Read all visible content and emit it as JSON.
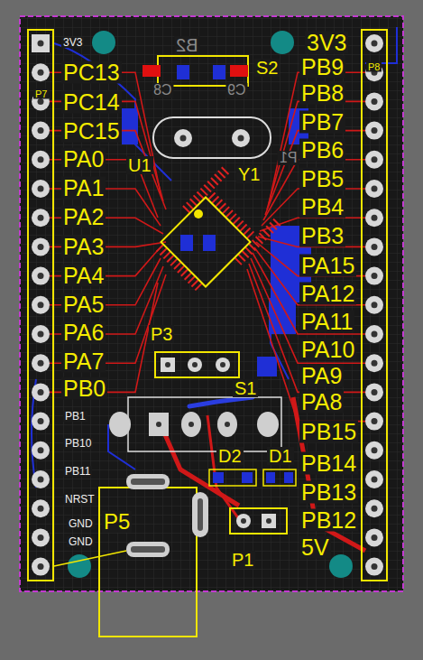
{
  "diagram": {
    "labels": [
      "3V3",
      "PC13",
      "PC14",
      "PC15",
      "PA0",
      "PA1",
      "PA2",
      "PA3",
      "PA4",
      "PA5",
      "PA6",
      "PA7",
      "PB0",
      "PB1",
      "PB10",
      "PB11",
      "NRST",
      "GND",
      "GND",
      "3V3",
      "PB9",
      "PB8",
      "PB7",
      "PB6",
      "PB5",
      "PB4",
      "PB3",
      "PA15",
      "PA12",
      "PA11",
      "PA10",
      "PA9",
      "PA8",
      "PB15",
      "PB14",
      "PB13",
      "PB12",
      "5V",
      "P7",
      "P8",
      "B2",
      "S2",
      "C8",
      "C9",
      "U1",
      "Y1",
      "P1",
      "P3",
      "S1",
      "D2",
      "D1",
      "P5",
      "P1"
    ]
  }
}
